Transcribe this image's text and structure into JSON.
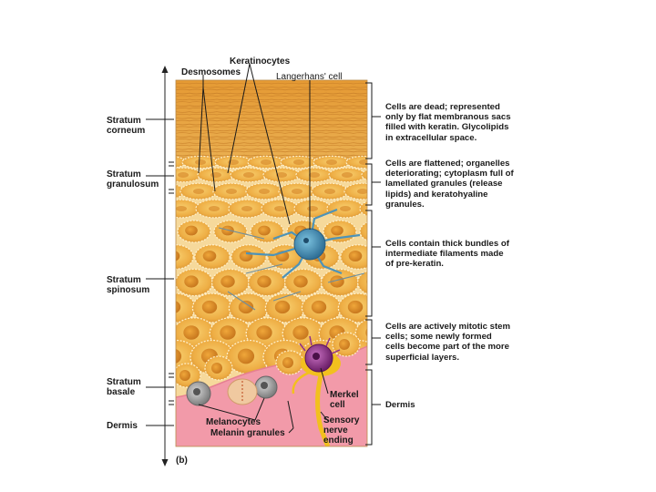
{
  "top_labels": {
    "keratinocytes": "Keratinocytes",
    "desmosomes": "Desmosomes",
    "langerhans": "Langerhans' cell"
  },
  "layers": {
    "corneum": [
      "Stratum",
      "corneum"
    ],
    "granulosum": [
      "Stratum",
      "granulosum"
    ],
    "spinosum": [
      "Stratum",
      "spinosum"
    ],
    "basale": [
      "Stratum",
      "basale"
    ],
    "dermis": "Dermis"
  },
  "descriptions": {
    "corneum": [
      "Cells are dead; represented",
      "only by flat membranous sacs",
      "filled with keratin. Glycolipids",
      "in extracellular space."
    ],
    "granulosum": [
      "Cells are flattened; organelles",
      "deteriorating; cytoplasm full of",
      "lamellated granules (release",
      "lipids) and keratohyaline",
      "granules."
    ],
    "spinosum": [
      "Cells contain thick bundles of",
      "intermediate filaments made",
      "of pre-keratin."
    ],
    "basale": [
      "Cells are actively mitotic stem",
      "cells; some newly formed",
      "cells become part of the more",
      "superficial layers."
    ],
    "dermis": "Dermis"
  },
  "bottom_labels": {
    "merkel": [
      "Merkel",
      "cell"
    ],
    "sensory": [
      "Sensory",
      "nerve",
      "ending"
    ],
    "melanocytes": "Melanocytes",
    "melanin": "Melanin granules"
  },
  "figure_label": "(b)",
  "colors": {
    "corneum": "#e6a13c",
    "cell_fill": "#f2b74c",
    "cell_edge": "#fff1cc",
    "dermis": "#f2a3b0",
    "langerhans": "#3f8fb3",
    "merkel": "#8e2f8a",
    "nerve": "#f2c01e",
    "melanocyte": "#9a9a9a"
  }
}
